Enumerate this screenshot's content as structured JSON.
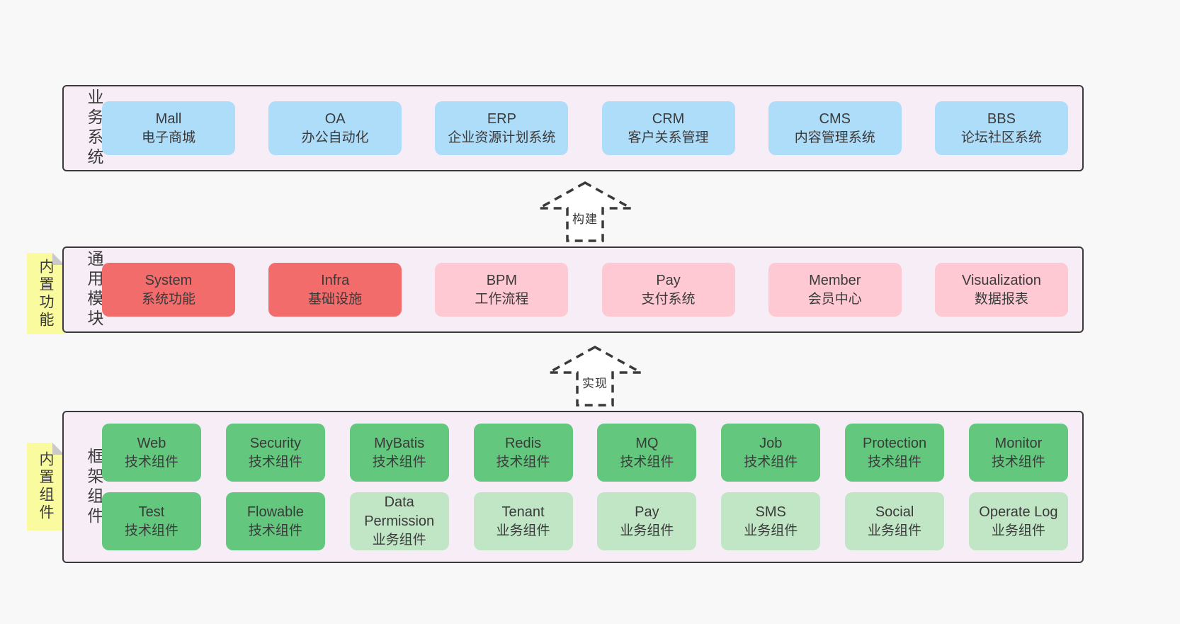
{
  "colors": {
    "background": "#f8f8f8",
    "panel_bg": "#f7edf6",
    "panel_border": "#3a3a3a",
    "blue": "#aeddfa",
    "red": "#f26c6c",
    "pink": "#fec9d3",
    "green": "#63c87d",
    "lightgreen": "#c0e6c6",
    "note_yellow": "#fafa9e",
    "fold_gray": "#c9c9c9",
    "text": "#3a3a3a"
  },
  "arrows": [
    {
      "label": "构建"
    },
    {
      "label": "实现"
    }
  ],
  "layers": {
    "business": {
      "label": "业务系统",
      "boxes": [
        {
          "name": "Mall",
          "desc": "电子商城",
          "type": "blue"
        },
        {
          "name": "OA",
          "desc": "办公自动化",
          "type": "blue"
        },
        {
          "name": "ERP",
          "desc": "企业资源计划系统",
          "type": "blue"
        },
        {
          "name": "CRM",
          "desc": "客户关系管理",
          "type": "blue"
        },
        {
          "name": "CMS",
          "desc": "内容管理系统",
          "type": "blue"
        },
        {
          "name": "BBS",
          "desc": "论坛社区系统",
          "type": "blue"
        }
      ]
    },
    "modules": {
      "label": "通用模块",
      "note": "内置功能",
      "boxes": [
        {
          "name": "System",
          "desc": "系统功能",
          "type": "red"
        },
        {
          "name": "Infra",
          "desc": "基础设施",
          "type": "red"
        },
        {
          "name": "BPM",
          "desc": "工作流程",
          "type": "pink"
        },
        {
          "name": "Pay",
          "desc": "支付系统",
          "type": "pink"
        },
        {
          "name": "Member",
          "desc": "会员中心",
          "type": "pink"
        },
        {
          "name": "Visualization",
          "desc": "数据报表",
          "type": "pink"
        }
      ]
    },
    "components": {
      "label": "框架组件",
      "note": "内置组件",
      "row1": [
        {
          "name": "Web",
          "desc": "技术组件",
          "type": "green"
        },
        {
          "name": "Security",
          "desc": "技术组件",
          "type": "green"
        },
        {
          "name": "MyBatis",
          "desc": "技术组件",
          "type": "green"
        },
        {
          "name": "Redis",
          "desc": "技术组件",
          "type": "green"
        },
        {
          "name": "MQ",
          "desc": "技术组件",
          "type": "green"
        },
        {
          "name": "Job",
          "desc": "技术组件",
          "type": "green"
        },
        {
          "name": "Protection",
          "desc": "技术组件",
          "type": "green"
        },
        {
          "name": "Monitor",
          "desc": "技术组件",
          "type": "green"
        }
      ],
      "row2": [
        {
          "name": "Test",
          "desc": "技术组件",
          "type": "green"
        },
        {
          "name": "Flowable",
          "desc": "技术组件",
          "type": "green"
        },
        {
          "name": "Data Permission",
          "desc": "业务组件",
          "type": "lightgreen"
        },
        {
          "name": "Tenant",
          "desc": "业务组件",
          "type": "lightgreen"
        },
        {
          "name": "Pay",
          "desc": "业务组件",
          "type": "lightgreen"
        },
        {
          "name": "SMS",
          "desc": "业务组件",
          "type": "lightgreen"
        },
        {
          "name": "Social",
          "desc": "业务组件",
          "type": "lightgreen"
        },
        {
          "name": "Operate Log",
          "desc": "业务组件",
          "type": "lightgreen"
        }
      ]
    }
  }
}
